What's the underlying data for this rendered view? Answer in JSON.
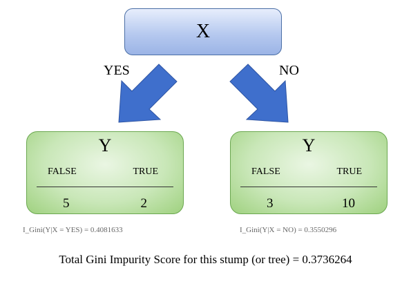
{
  "root": {
    "label": "X"
  },
  "branches": {
    "yes_label": "YES",
    "no_label": "NO"
  },
  "leaves": [
    {
      "title": "Y",
      "columns": [
        "FALSE",
        "TRUE"
      ],
      "counts": [
        "5",
        "2"
      ],
      "formula": "I_Gini(Y|X = YES) = 0.4081633"
    },
    {
      "title": "Y",
      "columns": [
        "FALSE",
        "TRUE"
      ],
      "counts": [
        "3",
        "10"
      ],
      "formula": "I_Gini(Y|X = NO) = 0.3550296"
    }
  ],
  "total": "Total Gini Impurity Score for this stump (or tree) = 0.3736264",
  "colors": {
    "root_fill": "#b6c9ef",
    "root_border": "#4a6ea5",
    "leaf_fill": "#c9e7b8",
    "leaf_border": "#6aa74f",
    "arrow_fill": "#3f6fcc"
  }
}
